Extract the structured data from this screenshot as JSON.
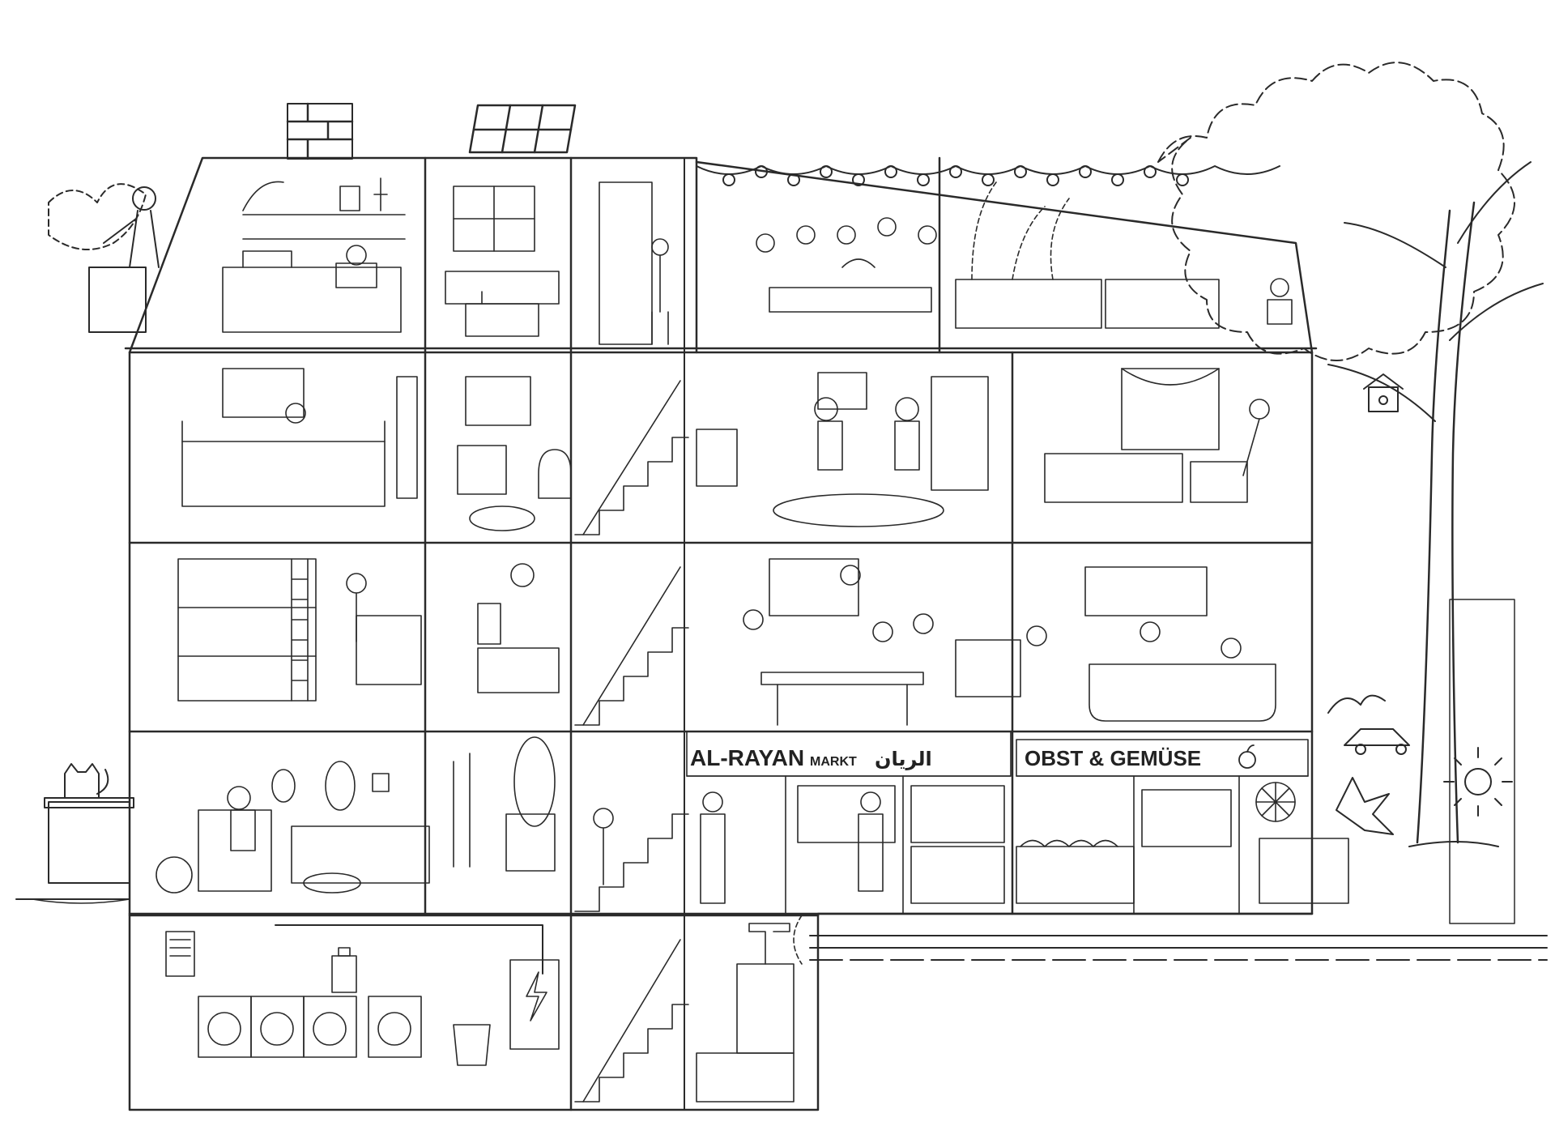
{
  "scene": {
    "style": "pencil sketch",
    "ink_color": "#2a2a2a",
    "paper_color": "#ffffff"
  },
  "signs": {
    "market_name": "AL-RAYAN",
    "market_word": "MARKT",
    "market_arabic": "الريان",
    "grocer": "OBST & GEMÜSE"
  },
  "rooms": {
    "attic": [
      "bedroom-study",
      "kitchen",
      "stair-landing",
      "roof-terrace-party",
      "roof-garden"
    ],
    "third_floor": [
      "bedroom",
      "bathroom",
      "stairwell",
      "living-room",
      "bedroom-reading"
    ],
    "second_floor": [
      "kids-bunk-room",
      "small-bedroom",
      "stairwell",
      "family-kitchen",
      "bathroom-bath"
    ],
    "ground_floor": [
      "living-room",
      "hallway",
      "stairwell",
      "market",
      "greengrocer"
    ],
    "basement": [
      "laundry-room",
      "stairwell",
      "boiler-room"
    ]
  }
}
